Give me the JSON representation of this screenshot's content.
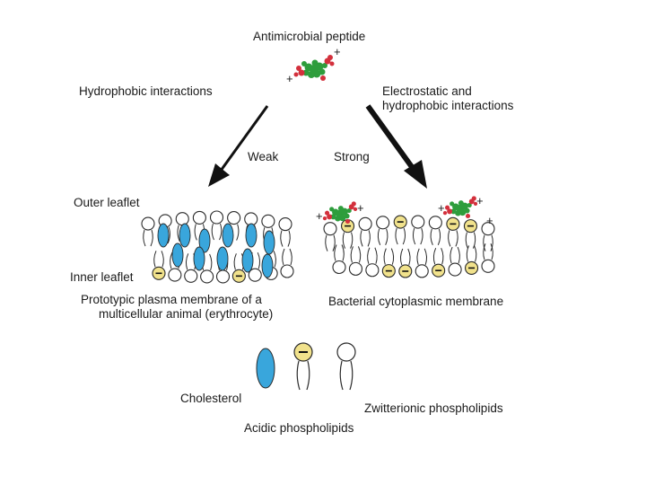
{
  "title": "Antimicrobial peptide",
  "left_path": {
    "interaction": "Hydrophobic interactions",
    "strength": "Weak"
  },
  "right_path": {
    "interaction_line1": "Electrostatic and",
    "interaction_line2": "hydrophobic interactions",
    "strength": "Strong"
  },
  "leaflets": {
    "outer": "Outer leaflet",
    "inner": "Inner leaflet"
  },
  "membranes": {
    "animal_line1": "Prototypic plasma membrane of a",
    "animal_line2": "multicellular animal (erythrocyte)",
    "bacterial": "Bacterial cytoplasmic membrane"
  },
  "legend": {
    "cholesterol": "Cholesterol",
    "acidic": "Acidic phospholipids",
    "zwitterionic": "Zwitterionic phospholipids"
  },
  "charges": {
    "plus": "+",
    "minus": "−"
  },
  "colors": {
    "cholesterol": "#39a6dc",
    "acidic": "#f1e28c",
    "peptide_green": "#2e9d3c",
    "peptide_red": "#d3303c",
    "arrow": "#111111"
  }
}
